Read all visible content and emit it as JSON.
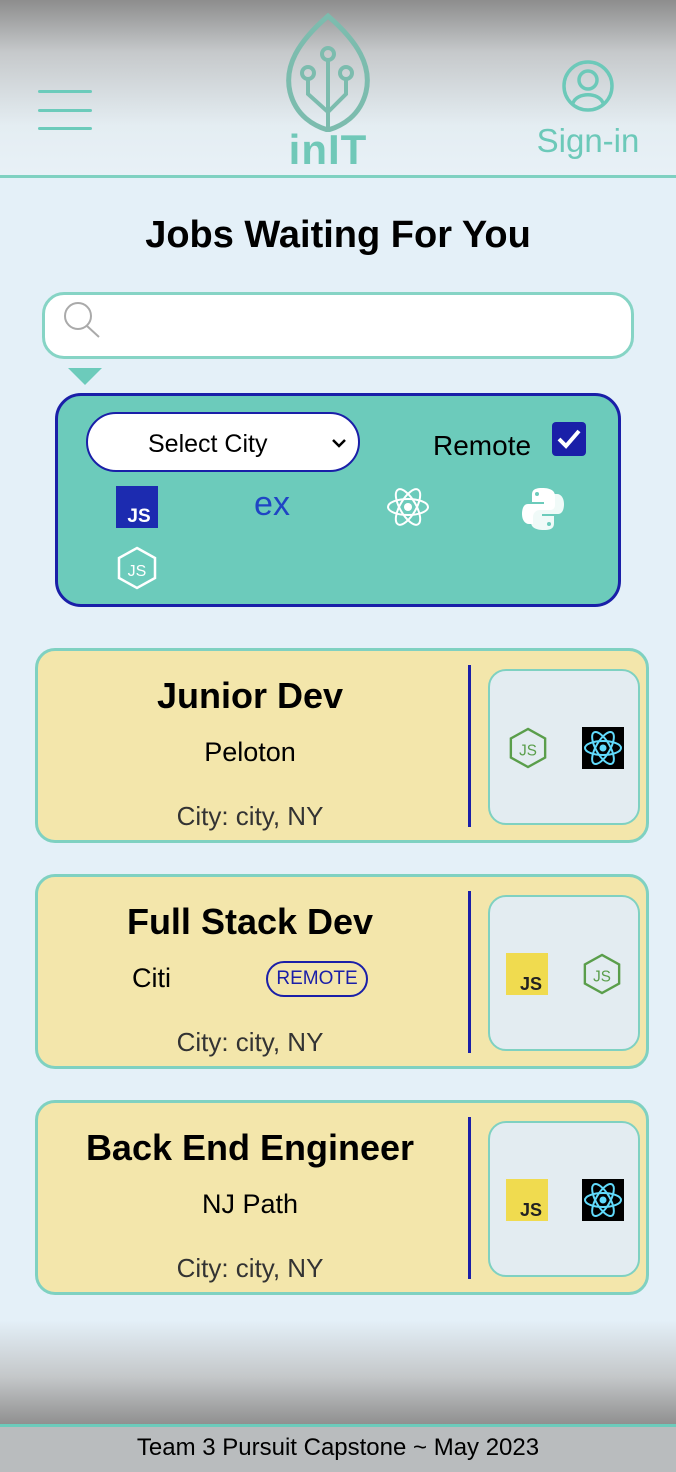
{
  "header": {
    "logo_text": "inIT",
    "signin_label": "Sign-in"
  },
  "main": {
    "title": "Jobs Waiting For You",
    "search": {
      "value": "",
      "placeholder": ""
    }
  },
  "filters": {
    "city_select": {
      "selected": "Select City"
    },
    "remote_label": "Remote",
    "remote_checked": true,
    "tech_icons": [
      "javascript-icon",
      "express-icon",
      "react-icon",
      "python-icon",
      "nodejs-icon"
    ]
  },
  "jobs": [
    {
      "title": "Junior Dev",
      "company": "Peloton",
      "city": "City: city, NY",
      "remote": false,
      "tech": [
        "nodejs-icon",
        "react-icon"
      ]
    },
    {
      "title": "Full Stack Dev",
      "company": "Citi",
      "city": "City: city, NY",
      "remote": true,
      "remote_label": "REMOTE",
      "tech": [
        "javascript-icon",
        "nodejs-icon"
      ]
    },
    {
      "title": "Back End Engineer",
      "company": "NJ Path",
      "city": "City: city, NY",
      "remote": false,
      "tech": [
        "javascript-icon",
        "react-icon"
      ]
    }
  ],
  "footer": {
    "text": "Team 3 Pursuit Capstone ~ May 2023"
  },
  "colors": {
    "accent": "#6ccbbb",
    "navy": "#1a1fa8",
    "card": "#f3e6ab",
    "background": "#e4f0f8"
  }
}
